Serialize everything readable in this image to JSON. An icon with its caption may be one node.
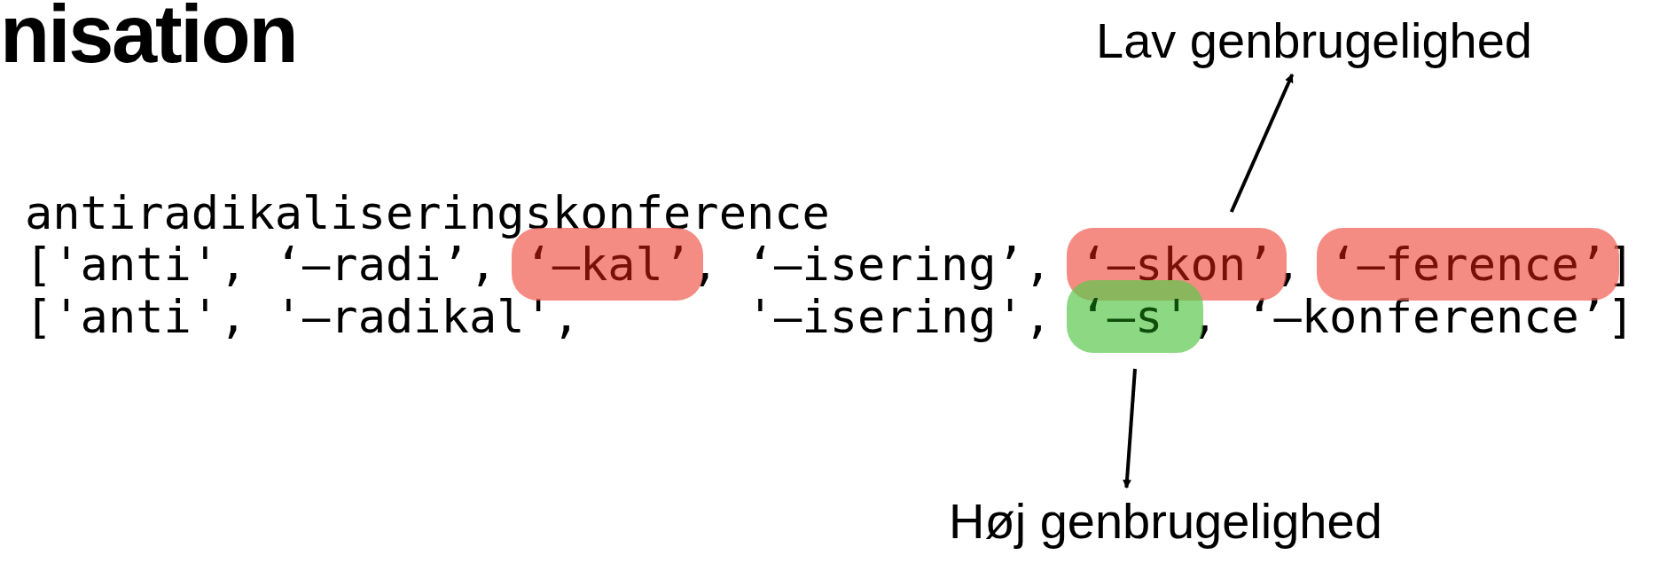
{
  "diagram": {
    "title": "nisation",
    "nodes": [
      {
        "text": [
          "‘—kal’"
        ]
      },
      {
        "text": [
          "‘—skon’"
        ]
      },
      {
        "text": [
          "‘—ference’"
        ]
      },
      {
        "text": [
          "‘—s'"
        ]
      },
      {
        "text": [
          "Lav genbrugelighed"
        ]
      },
      {
        "text": [
          "Høj genbrugelighed"
        ]
      }
    ],
    "edges": [
      {
        "from": 1,
        "to": 4,
        "arrow": "to"
      },
      {
        "from": 3,
        "to": 5,
        "arrow": "to"
      }
    ],
    "labels": [
      "antiradikaliseringskonference",
      "['anti', ‘—radi’,",
      ",",
      "‘—isering’,",
      ",",
      "]",
      "['anti', '—radikal',",
      "'—isering',",
      ",",
      "‘—konference’]"
    ]
  }
}
